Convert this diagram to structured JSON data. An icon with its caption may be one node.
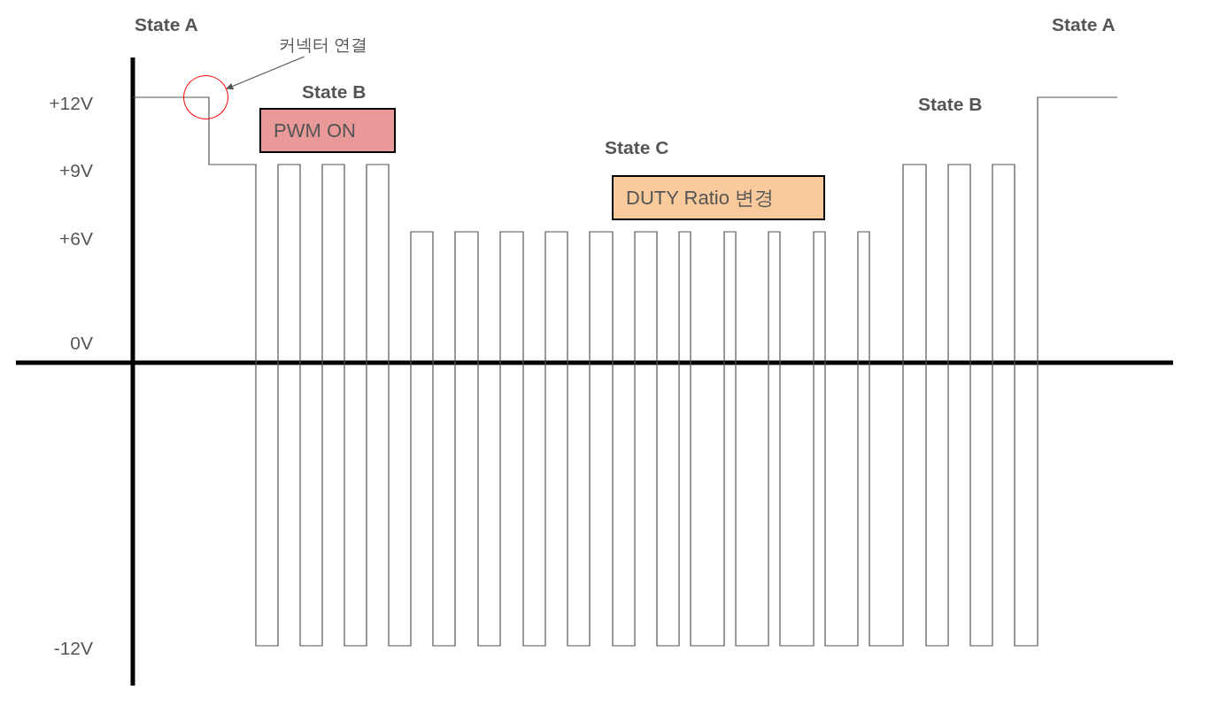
{
  "diagram": {
    "nodes": [
      {
        "text": [
          "커넥터 연결"
        ]
      },
      {
        "text": [],
        "shape": "circle"
      },
      {
        "text": [
          "PWM ON"
        ],
        "beside": [
          "State B"
        ]
      },
      {
        "text": [
          "DUTY Ratio 변경"
        ]
      }
    ],
    "edges": [
      {
        "from": 0,
        "to": 1,
        "arrow": "to"
      }
    ],
    "labels": [
      "State A",
      "State A",
      "+12V",
      "State B",
      "State C",
      "+9V",
      "+6V",
      "0V",
      "-12V"
    ]
  }
}
